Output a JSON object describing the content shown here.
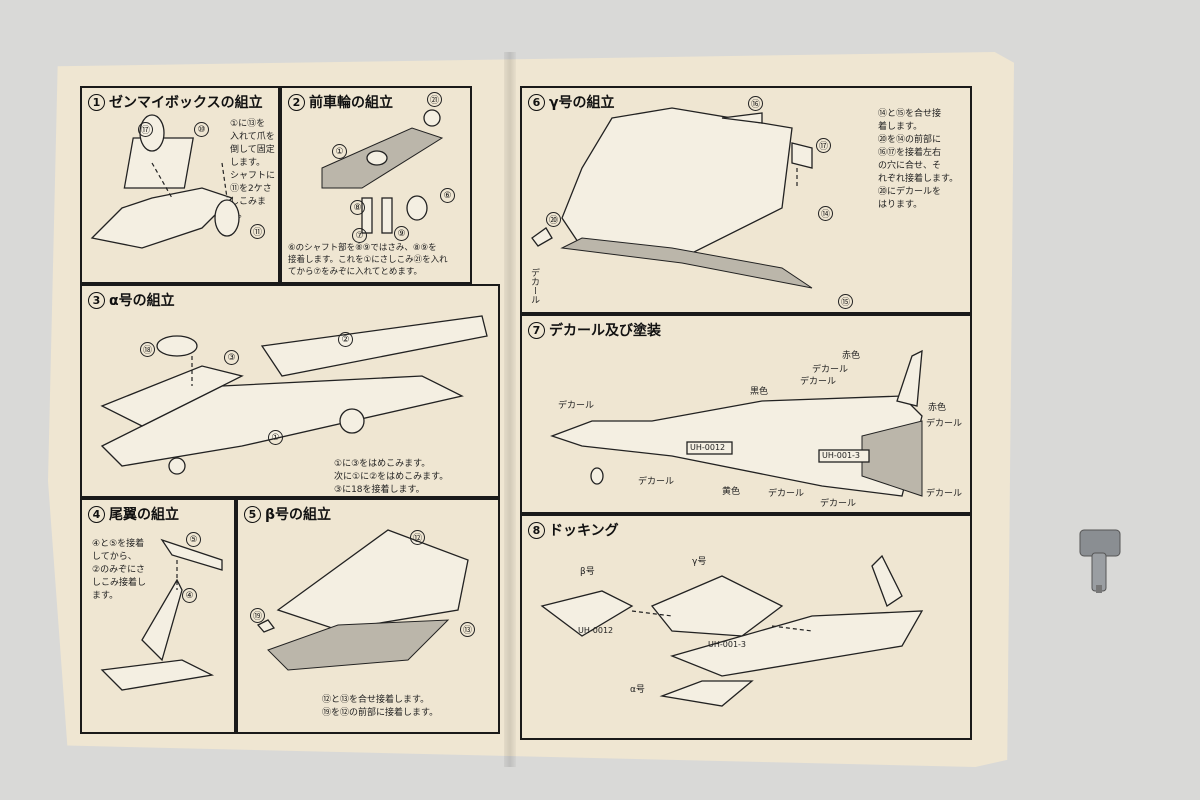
{
  "panels": [
    {
      "num": "1",
      "title": "ゼンマイボックスの組立",
      "note": "①に⑬を\n入れて爪を\n倒して固定\nします。\nシャフトに\n⑪を2ケさ\nしこみます。",
      "parts": [
        "⑰",
        "⑩",
        "⑪"
      ]
    },
    {
      "num": "2",
      "title": "前車輪の組立",
      "note": "⑥のシャフト部を⑧⑨ではさみ、⑧⑨を\n接着します。これを①にさしこみ㉑を入れ\nてから⑦をみぞに入れてとめます。",
      "parts": [
        "㉑",
        "①",
        "⑧",
        "⑥",
        "⑨",
        "⑦"
      ]
    },
    {
      "num": "3",
      "title": "α号の組立",
      "note": "①に③をはめこみます。\n次に①に②をはめこみます。\n③に18を接着します。",
      "parts": [
        "⑱",
        "③",
        "②",
        "①"
      ]
    },
    {
      "num": "4",
      "title": "尾翼の組立",
      "note": "④と⑤を接着\nしてから、\n②のみぞにさ\nしこみ接着し\nます。",
      "parts": [
        "⑤",
        "④"
      ]
    },
    {
      "num": "5",
      "title": "β号の組立",
      "note": "⑫と⑬を合せ接着します。\n⑲を⑫の前部に接着します。",
      "parts": [
        "⑫",
        "⑲",
        "⑬"
      ]
    },
    {
      "num": "6",
      "title": "γ号の組立",
      "note": "⑭と⑮を合せ接\n着します。\n⑳を⑭の前部に\n⑯⑰を接着左右\nの穴に合せ、そ\nれぞれ接着します。\n⑳にデカールを\nはります。",
      "parts": [
        "⑯",
        "⑰",
        "⑳",
        "⑭",
        "⑮"
      ],
      "decal": "デカール"
    },
    {
      "num": "7",
      "title": "デカール及び塗装",
      "labels": [
        "赤色",
        "デカール",
        "デカール",
        "黒色",
        "デカール",
        "赤色",
        "デカール",
        "デカール",
        "黄色",
        "デカール",
        "デカール",
        "デカール"
      ],
      "codes": [
        "UH-0012",
        "UH-001-3"
      ]
    },
    {
      "num": "8",
      "title": "ドッキング",
      "labels": [
        "β号",
        "γ号",
        "α号"
      ],
      "codes": [
        "UH-0012",
        "UH-001-3"
      ]
    }
  ],
  "colors": {
    "paper": "#efe6d2",
    "ink": "#1a1a1a",
    "background": "#d9d9d7",
    "key": "#8a8e92"
  },
  "icons": {
    "windup_key": "windup-key-icon"
  }
}
